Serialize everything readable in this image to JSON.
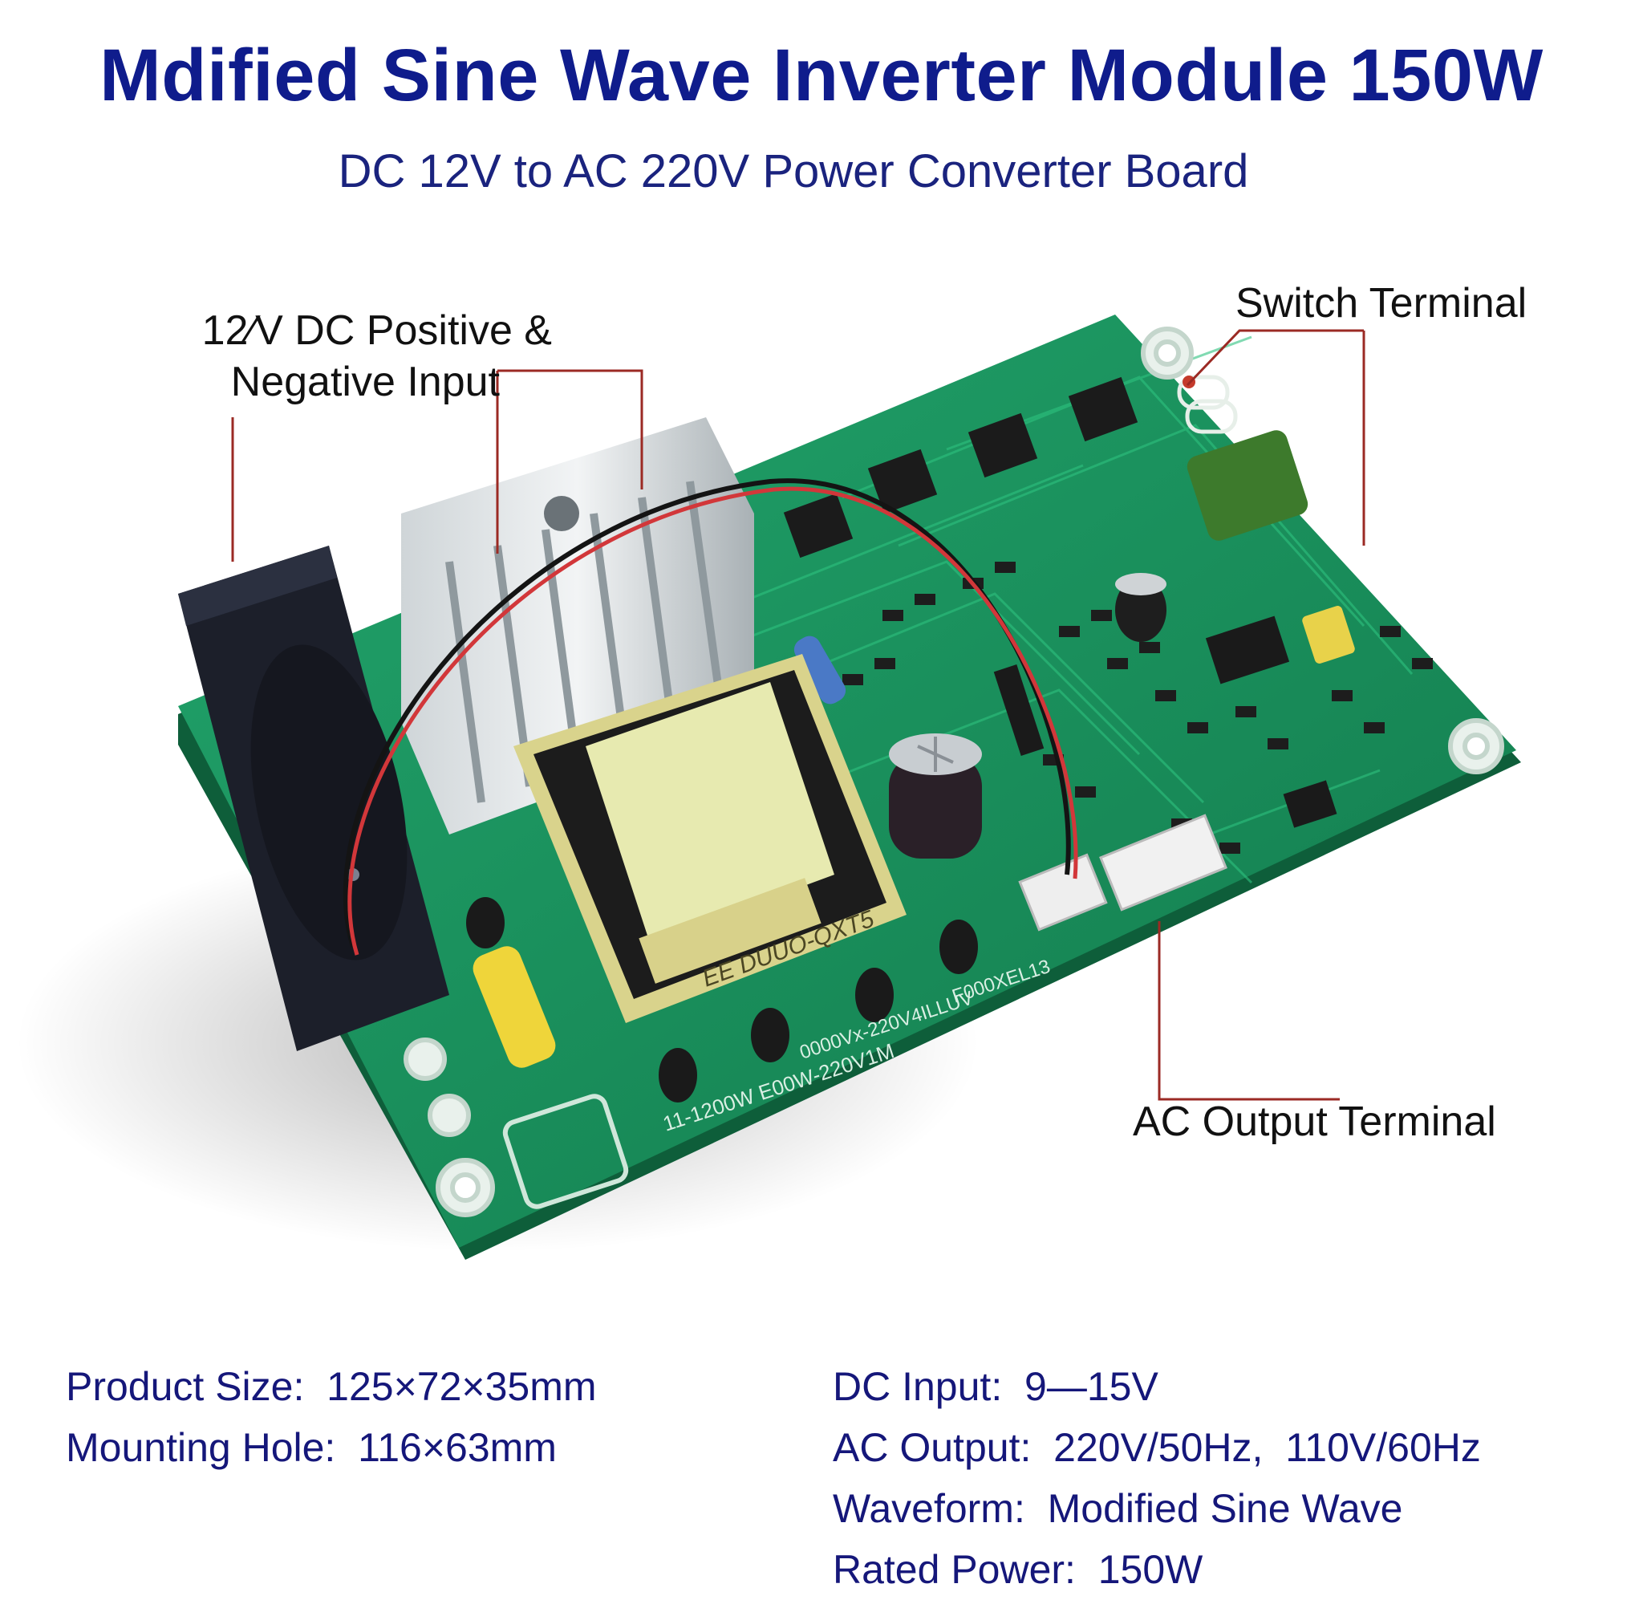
{
  "header": {
    "title": "Mdified Sine Wave Inverter Module 150W",
    "subtitle": "DC 12V to AC 220V Power Converter Board"
  },
  "callouts": {
    "dc_input_line1": "12⁄V DC Positive &",
    "dc_input_line2": "Negative Input",
    "switch_terminal": "Switch Terminal",
    "ac_output_terminal": "AC Output Terminal"
  },
  "board_markings": {
    "transformer_label": "EE DUUO-QXT5",
    "silkscreen_1": "11-1200W E00W-220V1M",
    "silkscreen_2": "0000Vx-220V4ILLUV",
    "silkscreen_3": "F000XEL13"
  },
  "specs_left": [
    {
      "label": "Product Size:",
      "value": "125×72×35mm"
    },
    {
      "label": "Mounting Hole:",
      "value": "116×63mm"
    }
  ],
  "specs_right": [
    {
      "label": "DC Input:",
      "value": "9—15V"
    },
    {
      "label": "AC Output:",
      "value": "220V/50Hz,  110V/60Hz"
    },
    {
      "label": "Waveform:",
      "value": "Modified Sine Wave"
    },
    {
      "label": "Rated Power:",
      "value": "150W"
    }
  ],
  "colors": {
    "title": "#0f1c8c",
    "pcb_green": "#1d9a63",
    "leader_line": "#9b2a24"
  }
}
